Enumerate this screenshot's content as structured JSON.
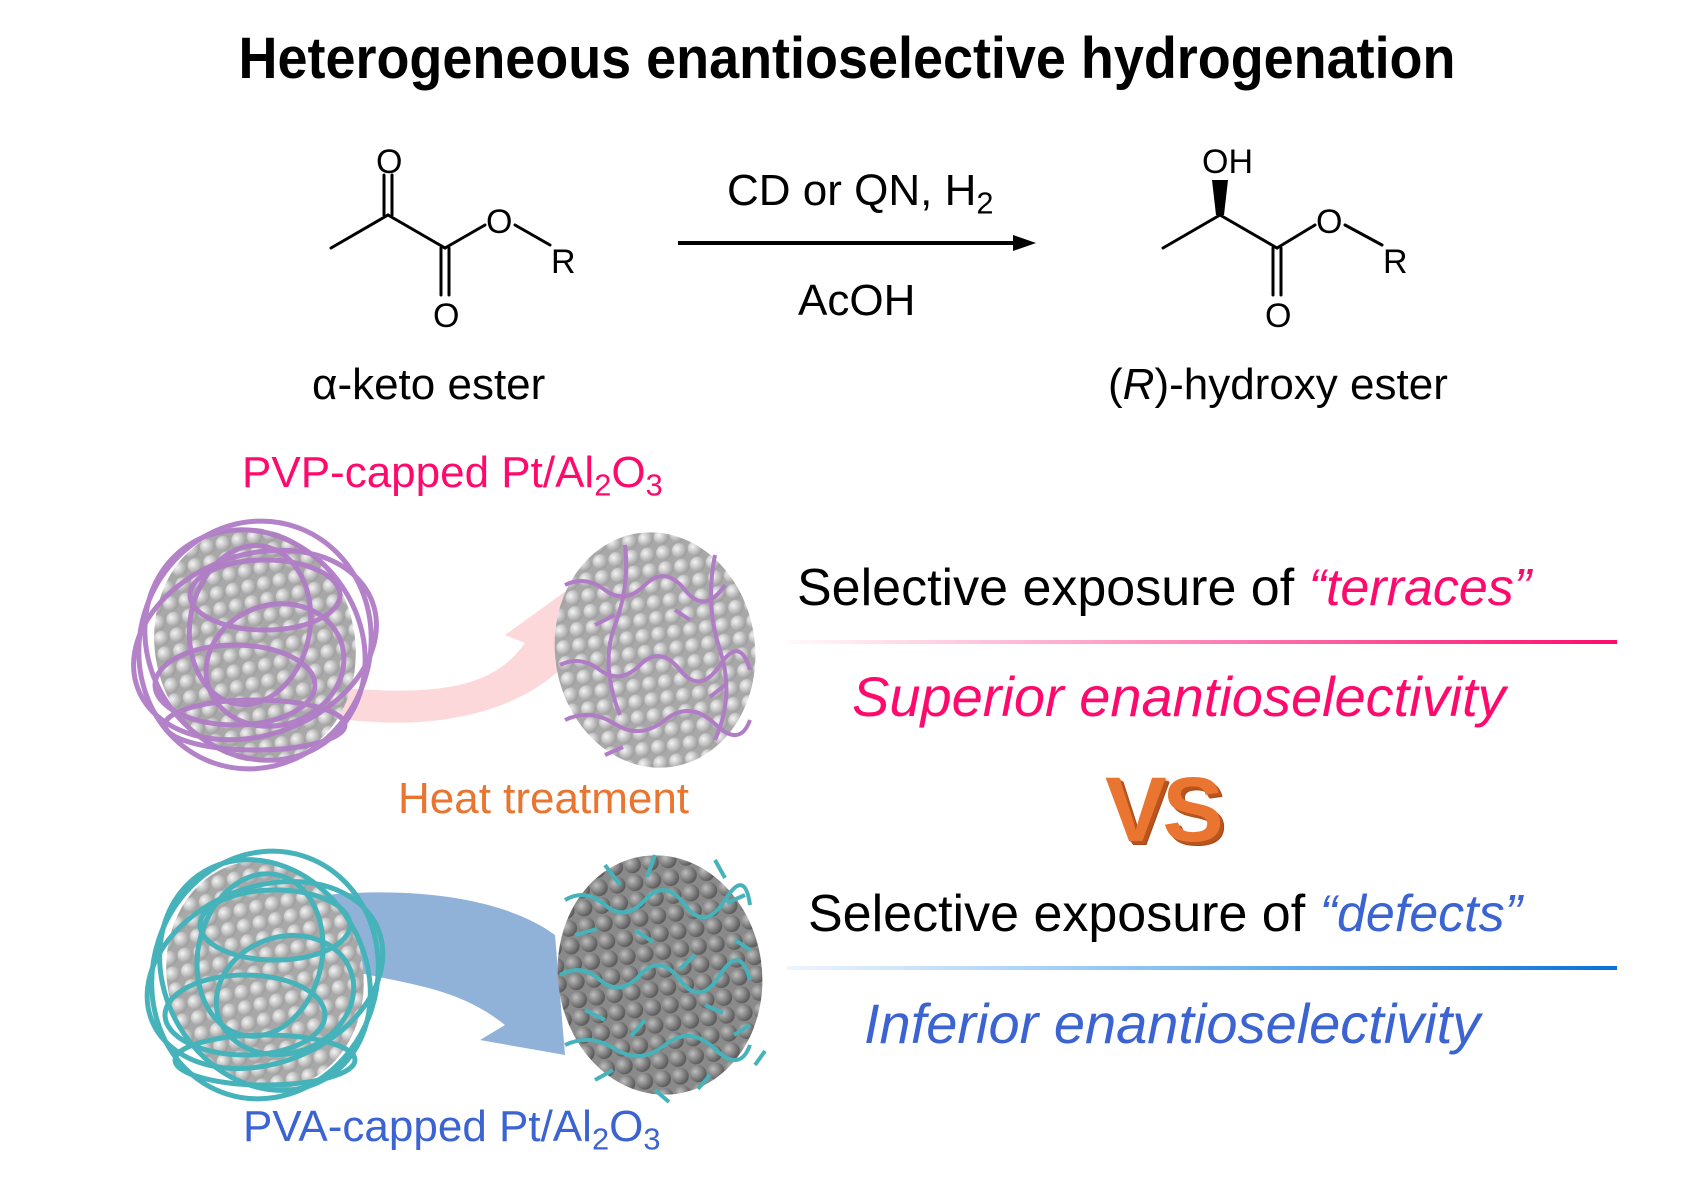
{
  "title": "Heterogeneous enantioselective hydrogenation",
  "reaction": {
    "reactant": {
      "label": "α-keto ester",
      "atoms": {
        "ketone_O": "O",
        "ester_O": "O",
        "carbonyl_O": "O",
        "R": "R"
      }
    },
    "conditions": {
      "above_main": "CD or QN, H",
      "above_sub": "2",
      "below": "AcOH"
    },
    "product": {
      "label_open": "(",
      "label_italic": "R",
      "label_rest": ")-hydroxy ester",
      "atoms": {
        "hydroxyl": "OH",
        "ester_O": "O",
        "carbonyl_O": "O",
        "R": "R"
      }
    }
  },
  "pvp": {
    "catalyst_main": "PVP-capped Pt/Al",
    "catalyst_sub1": "2",
    "catalyst_mid": "O",
    "catalyst_sub2": "3",
    "color": "#ff0a6c",
    "polymer_color": "#b07cc6",
    "statement_prefix": "Selective exposure of ",
    "statement_highlight": "“terraces”",
    "result": "Superior enantioselectivity"
  },
  "heat_treatment": "Heat treatment",
  "vs": "VS",
  "pva": {
    "catalyst_main": "PVA-capped Pt/Al",
    "catalyst_sub1": "2",
    "catalyst_mid": "O",
    "catalyst_sub2": "3",
    "color": "#3b63d1",
    "polymer_color": "#46b3bb",
    "statement_prefix": "Selective exposure of ",
    "statement_highlight": "“defects”",
    "result": "Inferior enantioselectivity"
  }
}
